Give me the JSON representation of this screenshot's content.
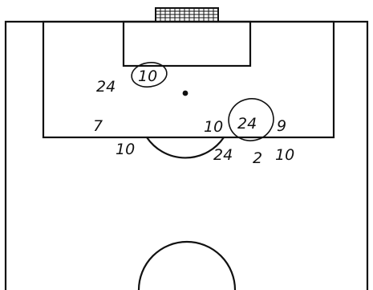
{
  "diagram": {
    "type": "soccer-field-half-diagram",
    "goal_end": "top",
    "colors": {
      "line": "#111111",
      "background": "#ffffff"
    },
    "marks": [
      {
        "id": "m24-top",
        "text": "24",
        "circled": false
      },
      {
        "id": "m10-circled-top",
        "text": "10",
        "circled": true
      },
      {
        "id": "m7",
        "text": "7",
        "circled": false
      },
      {
        "id": "m10-mid",
        "text": "10",
        "circled": false
      },
      {
        "id": "m24-circled",
        "text": "24",
        "circled": true
      },
      {
        "id": "m9",
        "text": "9",
        "circled": false
      },
      {
        "id": "m10-left-low",
        "text": "10",
        "circled": false
      },
      {
        "id": "m24-low",
        "text": "24",
        "circled": false
      },
      {
        "id": "m2",
        "text": "2",
        "circled": false
      },
      {
        "id": "m10-right-low",
        "text": "10",
        "circled": false
      }
    ]
  }
}
